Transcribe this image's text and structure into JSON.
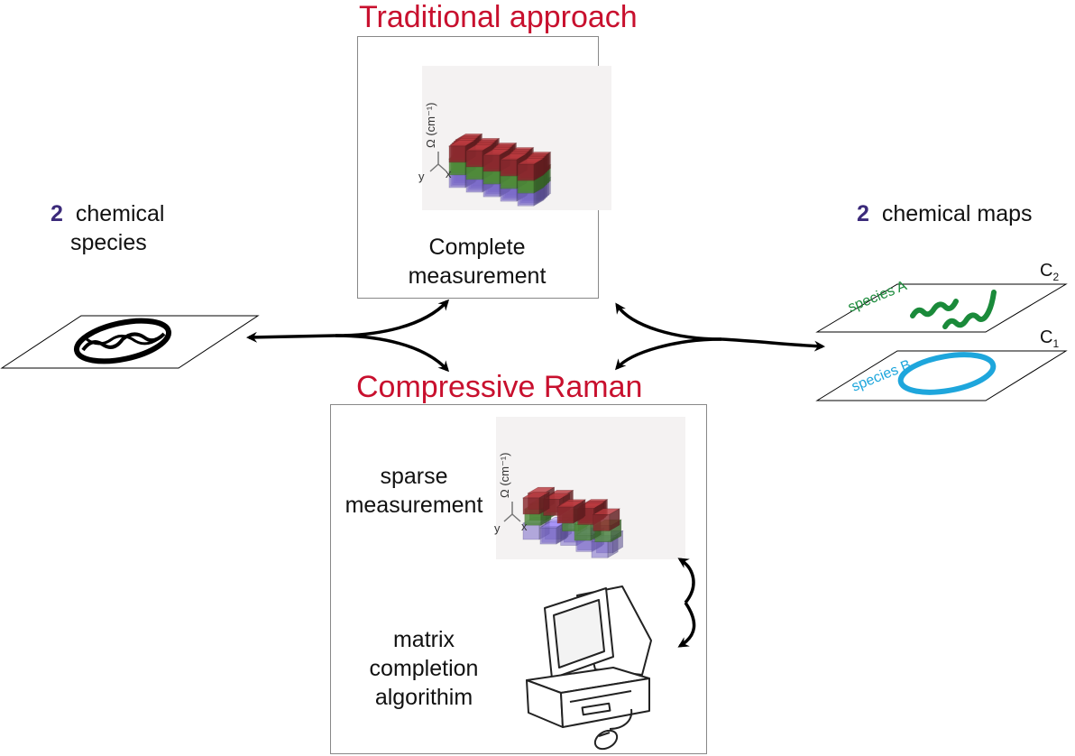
{
  "traditional": {
    "title": "Traditional approach",
    "caption_line1": "Complete",
    "caption_line2": "measurement",
    "axis_omega": "Ω (cm⁻¹)",
    "axis_y": "y",
    "axis_x": "x"
  },
  "compressive": {
    "title": "Compressive Raman",
    "sparse_line1": "sparse",
    "sparse_line2": "measurement",
    "algo_line1": "matrix",
    "algo_line2": "completion",
    "algo_line3": "algorithim",
    "axis_omega": "Ω (cm⁻¹)",
    "axis_y": "y",
    "axis_x": "x"
  },
  "left": {
    "count": "2",
    "line1": "chemical",
    "line2": "species"
  },
  "right": {
    "count": "2",
    "line1": "chemical maps",
    "species_a": "species A",
    "species_b": "species B",
    "c2": "C",
    "c2_sub": "2",
    "c1": "C",
    "c1_sub": "1"
  },
  "colors": {
    "title_red": "#c8102e",
    "count_purple": "#3b2a7a",
    "species_a_green": "#1a8a3a",
    "species_b_blue": "#1ea6dc",
    "cube_red": "#8a2a2e",
    "cube_green": "#4f8a3a",
    "cube_purple": "#7a6ac8"
  }
}
